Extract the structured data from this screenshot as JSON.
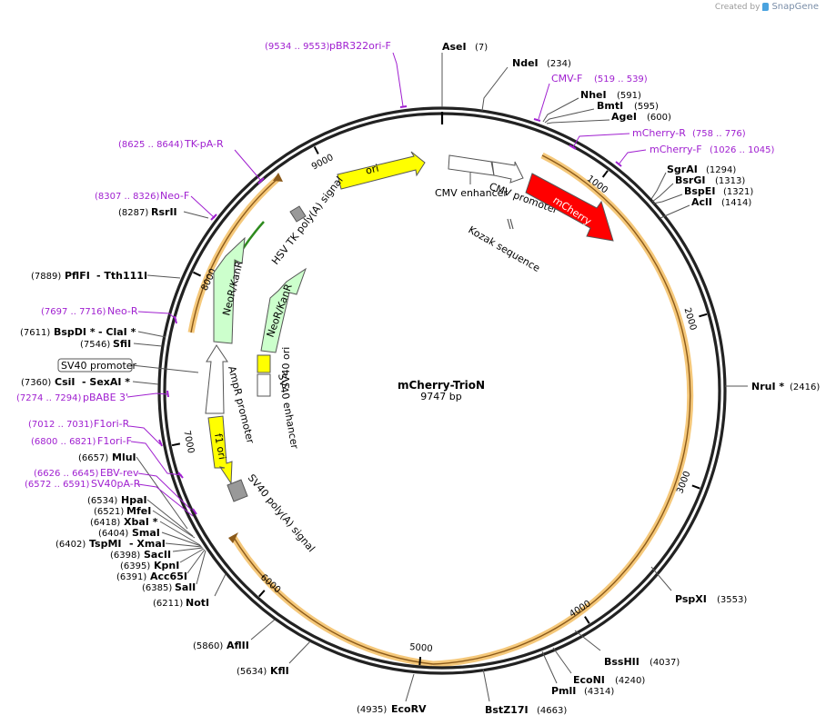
{
  "credit": {
    "created_by": "Created by",
    "brand": "SnapGene"
  },
  "plasmid": {
    "name": "mCherry-TrioN",
    "size_label": "9747 bp",
    "length": 9747
  },
  "ticks": [
    {
      "label": "1000",
      "pos": 1000
    },
    {
      "label": "2000",
      "pos": 2000
    },
    {
      "label": "3000",
      "pos": 3000
    },
    {
      "label": "4000",
      "pos": 4000
    },
    {
      "label": "5000",
      "pos": 5000
    },
    {
      "label": "6000",
      "pos": 6000
    },
    {
      "label": "7000",
      "pos": 7000
    },
    {
      "label": "8000",
      "pos": 8000
    },
    {
      "label": "9000",
      "pos": 9000
    }
  ],
  "enzymes": [
    {
      "name": "AseI",
      "pos_label": "(7)",
      "pos": 7
    },
    {
      "name": "NdeI",
      "pos_label": "(234)",
      "pos": 234
    },
    {
      "name": "NheI",
      "pos_label": "(591)",
      "pos": 591
    },
    {
      "name": "BmtI",
      "pos_label": "(595)",
      "pos": 595
    },
    {
      "name": "AgeI",
      "pos_label": "(600)",
      "pos": 600
    },
    {
      "name": "SgrAI",
      "pos_label": "(1294)",
      "pos": 1294
    },
    {
      "name": "BsrGI",
      "pos_label": "(1313)",
      "pos": 1313
    },
    {
      "name": "BspEI",
      "pos_label": "(1321)",
      "pos": 1321
    },
    {
      "name": "AclI",
      "pos_label": "(1414)",
      "pos": 1414
    },
    {
      "name": "NruI *",
      "pos_label": "(2416)",
      "pos": 2416
    },
    {
      "name": "PspXI",
      "pos_label": "(3553)",
      "pos": 3553
    },
    {
      "name": "BssHII",
      "pos_label": "(4037)",
      "pos": 4037
    },
    {
      "name": "EcoNI",
      "pos_label": "(4240)",
      "pos": 4240
    },
    {
      "name": "PmlI",
      "pos_label": "(4314)",
      "pos": 4314
    },
    {
      "name": "BstZ17I",
      "pos_label": "(4663)",
      "pos": 4663
    },
    {
      "name": "EcoRV",
      "pos_label": "(4935)",
      "pos": 4935
    },
    {
      "name": "KflI",
      "pos_label": "(5634)",
      "pos": 5634
    },
    {
      "name": "AflII",
      "pos_label": "(5860)",
      "pos": 5860
    },
    {
      "name": "NotI",
      "pos_label": "(6211)",
      "pos": 6211
    },
    {
      "name": "SalI",
      "pos_label": "(6385)",
      "pos": 6385
    },
    {
      "name": "Acc65I",
      "pos_label": "(6391)",
      "pos": 6391
    },
    {
      "name": "KpnI",
      "pos_label": "(6395)",
      "pos": 6395
    },
    {
      "name": "SacII",
      "pos_label": "(6398)",
      "pos": 6398
    },
    {
      "name": "TspMI",
      "extra": "- XmaI",
      "pos_label": "(6402)",
      "pos": 6402
    },
    {
      "name": "SmaI",
      "pos_label": "(6404)",
      "pos": 6404
    },
    {
      "name": "XbaI *",
      "pos_label": "(6418)",
      "pos": 6418
    },
    {
      "name": "MfeI",
      "pos_label": "(6521)",
      "pos": 6521
    },
    {
      "name": "HpaI",
      "pos_label": "(6534)",
      "pos": 6534
    },
    {
      "name": "MluI",
      "pos_label": "(6657)",
      "pos": 6657
    },
    {
      "name": "CsiI",
      "extra": "- SexAI *",
      "pos_label": "(7360)",
      "pos": 7360
    },
    {
      "name": "SfiI",
      "pos_label": "(7546)",
      "pos": 7546
    },
    {
      "name": "BspDI *",
      "extra": "- ClaI *",
      "pos_label": "(7611)",
      "pos": 7611
    },
    {
      "name": "PflFI",
      "extra": "- Tth111I",
      "pos_label": "(7889)",
      "pos": 7889
    },
    {
      "name": "RsrII",
      "pos_label": "(8287)",
      "pos": 8287
    }
  ],
  "primers": [
    {
      "name": "pBR322ori-F",
      "range": "(9534 .. 9553)",
      "pos": 9543
    },
    {
      "name": "CMV-F",
      "range": "(519 .. 539)",
      "pos": 529
    },
    {
      "name": "mCherry-R",
      "range": "(758 .. 776)",
      "pos": 767
    },
    {
      "name": "mCherry-F",
      "range": "(1026 .. 1045)",
      "pos": 1035
    },
    {
      "name": "TK-pA-R",
      "range": "(8625 .. 8644)",
      "pos": 8634
    },
    {
      "name": "Neo-F",
      "range": "(8307 .. 8326)",
      "pos": 8316
    },
    {
      "name": "Neo-R",
      "range": "(7697 .. 7716)",
      "pos": 7706
    },
    {
      "name": "pBABE 3'",
      "range": "(7274 .. 7294)",
      "pos": 7284
    },
    {
      "name": "F1ori-R",
      "range": "(7012 .. 7031)",
      "pos": 7021
    },
    {
      "name": "F1ori-F",
      "range": "(6800 .. 6821)",
      "pos": 6810
    },
    {
      "name": "EBV-rev",
      "range": "(6626 .. 6645)",
      "pos": 6635
    },
    {
      "name": "SV40pA-R",
      "range": "(6572 .. 6591)",
      "pos": 6581
    }
  ],
  "features": [
    {
      "name": "ori",
      "color": "#ffff00"
    },
    {
      "name": "CMV enhancer",
      "color": "#ffffff"
    },
    {
      "name": "CMV promoter",
      "color": "#ffffff"
    },
    {
      "name": "mCherry",
      "color": "#ff0000"
    },
    {
      "name": "Kozak sequence",
      "color": "#ffffff"
    },
    {
      "name": "HSV TK poly(A) signal",
      "color": "#999999"
    },
    {
      "name": "NeoR/KanR",
      "color": "#ccffcc"
    },
    {
      "name": "NeoR/KanR",
      "color": "#ccffcc"
    },
    {
      "name": "SV40 ori",
      "color": "#ffff00"
    },
    {
      "name": "SV40 enhancer",
      "color": "#ffffff"
    },
    {
      "name": "SV40 promoter",
      "color": "#ffffff"
    },
    {
      "name": "AmpR promoter",
      "color": "#ffffff"
    },
    {
      "name": "f1 ori",
      "color": "#ffff00"
    },
    {
      "name": "SV40 poly(A) signal",
      "color": "#999999"
    }
  ],
  "colors": {
    "primer": "#a020d0",
    "orf_band": "#f5c87a",
    "orf_line": "#8b5a1a",
    "backbone": "#222222"
  }
}
